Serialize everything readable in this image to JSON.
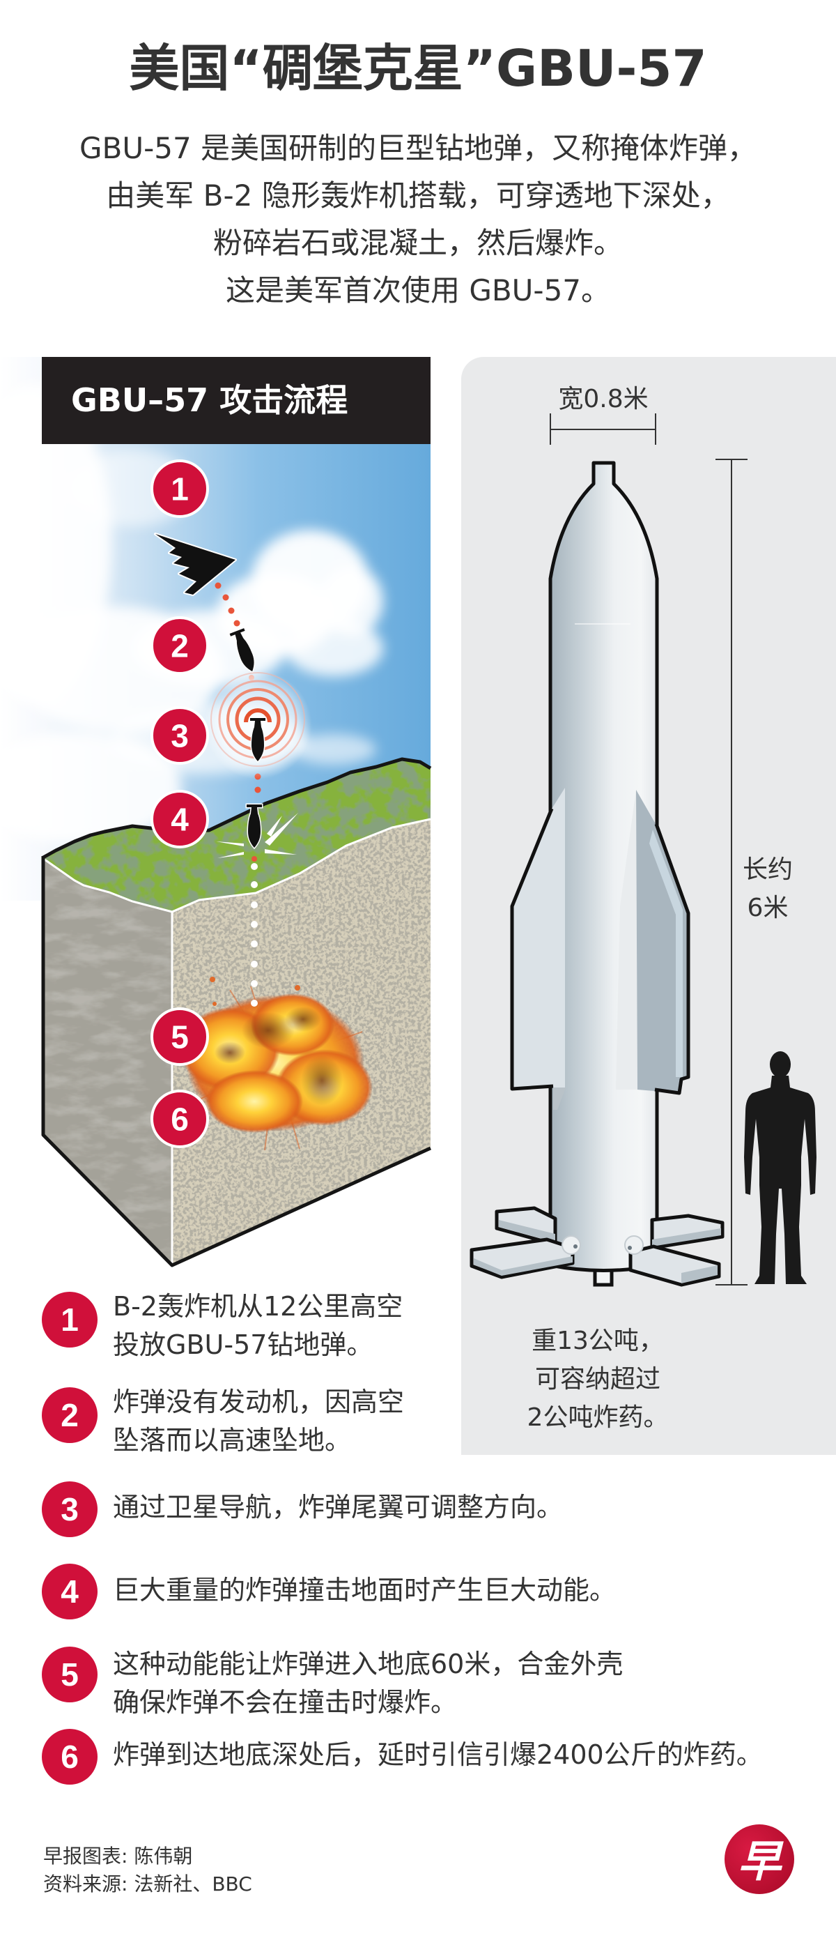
{
  "title": "美国“碉堡克星”GBU-57",
  "intro": {
    "lines": [
      "GBU-57 是美国研制的巨型钻地弹，又称掩体炸弹，",
      "由美军 B-2 隐形轰炸机搭载，可穿透地下深处，",
      "粉碎岩石或混凝土，然后爆炸。",
      "这是美军首次使用 GBU-57。"
    ]
  },
  "attack_flow": {
    "header": "GBU–57 攻击流程",
    "markers": [
      "1",
      "2",
      "3",
      "4",
      "5",
      "6"
    ],
    "icons": [
      "b2-bomber-icon",
      "bomb-icon",
      "signal-rings-icon",
      "impact-icon",
      "explosion-icon"
    ]
  },
  "spec_panel": {
    "width_label": "宽0.8米",
    "length_label": [
      "长约",
      "6米"
    ],
    "weight_lines": [
      "重13公吨，",
      "可容纳超过",
      "2公吨炸药。"
    ],
    "icons": [
      "bomb-diagram",
      "person-silhouette-icon"
    ]
  },
  "steps": [
    {
      "number": "1",
      "lines": [
        "B-2轰炸机从12公里高空",
        "投放GBU-57钻地弹。"
      ]
    },
    {
      "number": "2",
      "lines": [
        "炸弹没有发动机，因高空",
        "坠落而以高速坠地。"
      ]
    },
    {
      "number": "3",
      "lines": [
        "通过卫星导航，炸弹尾翼可调整方向。"
      ]
    },
    {
      "number": "4",
      "lines": [
        "巨大重量的炸弹撞击地面时产生巨大动能。"
      ]
    },
    {
      "number": "5",
      "lines": [
        "这种动能能让炸弹进入地底60米，合金外壳",
        "确保炸弹不会在撞击时爆炸。"
      ]
    },
    {
      "number": "6",
      "lines": [
        "炸弹到达地底深处后，延时引信引爆2400公斤的炸药。"
      ]
    }
  ],
  "footer": {
    "credit": "早报图表: 陈伟朝",
    "source": "资料来源: 法新社、BBC",
    "logo_char": "早"
  },
  "colors": {
    "accent_red": "#d0103a",
    "header_bar": "#231f20",
    "panel_bg": "#e9eaeb",
    "text": "#333333",
    "sky_blue": "#66aadc",
    "trail_red": "#e8553a",
    "logo_red": "#c8102e"
  }
}
